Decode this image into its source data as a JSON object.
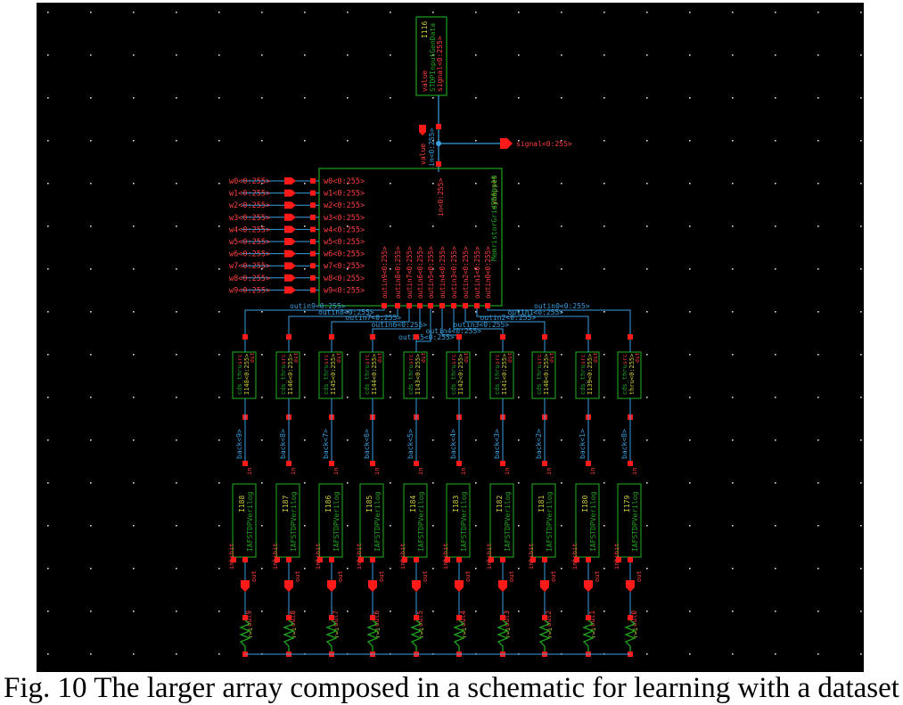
{
  "caption": "Fig. 10 The larger array composed in a schematic for learning with a dataset",
  "colors": {
    "background": "#000000",
    "instance_box": "#1fa21f",
    "pin": "#ff1a1a",
    "wire": "#3aa0e0",
    "pin_label": "#ff4040",
    "instance_label": "#cfcf3a",
    "resistor": "#1fa21f",
    "grid_dot": "#ffffff"
  },
  "input_block": {
    "instance": "I116",
    "cell": "STDPInputGenData",
    "pins": [
      "value",
      "signal<0:255>"
    ]
  },
  "pins_mid": {
    "value": "value",
    "in": "in<0:255>",
    "signal_out": "signal<0:255>"
  },
  "synapses": {
    "instance": "synapses",
    "cell": "MemristorGrid256by10",
    "in_pin": "in<0:255>",
    "w_pins": [
      "w0<0:255>",
      "w1<0:255>",
      "w2<0:255>",
      "w3<0:255>",
      "w4<0:255>",
      "w5<0:255>",
      "w6<0:255>",
      "w7<0:255>",
      "w8<0:255>",
      "w9<0:255>"
    ],
    "out_pins": [
      "outin9<0:255>",
      "outin8<0:255>",
      "outin7<0:255>",
      "outin6<0:255>",
      "outin5<0:255>",
      "outin4<0:255>",
      "outin3<0:255>",
      "outin2<0:255>",
      "outin1<0:255>",
      "outin0<0:255>"
    ],
    "external_w_pins": [
      "w0<0:255>",
      "w1<0:255>",
      "w2<0:255>",
      "w3<0:255>",
      "w4<0:255>",
      "w5<0:255>",
      "w6<0:255>",
      "w7<0:255>",
      "w8<0:255>",
      "w9<0:255>"
    ]
  },
  "bus_labels": [
    "outin9<0:255>",
    "outin8<0:255>",
    "outin7<0:255>",
    "outin6<0:255>",
    "outin5<0:255>",
    "outin4<0:255>",
    "outin3<0:255>",
    "outin2<0:255>",
    "outin1<0:255>",
    "outin0<0:255>"
  ],
  "thru_cells": [
    {
      "cell": "cds_thru",
      "inst": "I148<0:255>"
    },
    {
      "cell": "cds_thru",
      "inst": "I146<0:255>"
    },
    {
      "cell": "cds_thru",
      "inst": "I145<0:255>"
    },
    {
      "cell": "cds_thru",
      "inst": "I144<0:255>"
    },
    {
      "cell": "cds_thru",
      "inst": "I143<0:255>"
    },
    {
      "cell": "cds_thru",
      "inst": "I142<0:255>"
    },
    {
      "cell": "cds_thru",
      "inst": "I141<0:255>"
    },
    {
      "cell": "cds_thru",
      "inst": "I140<0:255>"
    },
    {
      "cell": "cds_thru",
      "inst": "I139<0:255>"
    },
    {
      "cell": "cds_thru",
      "inst": "thru<0:255>"
    }
  ],
  "thru_pins": [
    "src",
    "dst"
  ],
  "back_labels": [
    "back<9>",
    "back<8>",
    "back<7>",
    "back<6>",
    "back<5>",
    "back<4>",
    "back<3>",
    "back<2>",
    "back<1>",
    "back<0>"
  ],
  "neurons": [
    {
      "inst": "I188",
      "cell": "IAFSTDPVerilog"
    },
    {
      "inst": "I187",
      "cell": "IAFSTDPVerilog"
    },
    {
      "inst": "I186",
      "cell": "IAFSTDPVerilog"
    },
    {
      "inst": "I185",
      "cell": "IAFSTDPVerilog"
    },
    {
      "inst": "I184",
      "cell": "IAFSTDPVerilog"
    },
    {
      "inst": "I183",
      "cell": "IAFSTDPVerilog"
    },
    {
      "inst": "I182",
      "cell": "IAFSTDPVerilog"
    },
    {
      "inst": "I181",
      "cell": "IAFSTDPVerilog"
    },
    {
      "inst": "I180",
      "cell": "IAFSTDPVerilog"
    },
    {
      "inst": "I179",
      "cell": "IAFSTDPVerilog"
    }
  ],
  "neuron_pins": {
    "in": "in",
    "inhibit": "inhibit",
    "out": "out"
  },
  "out_labels": [
    "out9",
    "out8",
    "out7",
    "out6",
    "out5",
    "out4",
    "out3",
    "out2",
    "out1",
    "out0"
  ],
  "resistor_labels": [
    "r=1",
    "r=1",
    "r=1",
    "r=1",
    "r=1",
    "r=1",
    "r=1",
    "r=1",
    "r=1",
    "r=1"
  ]
}
